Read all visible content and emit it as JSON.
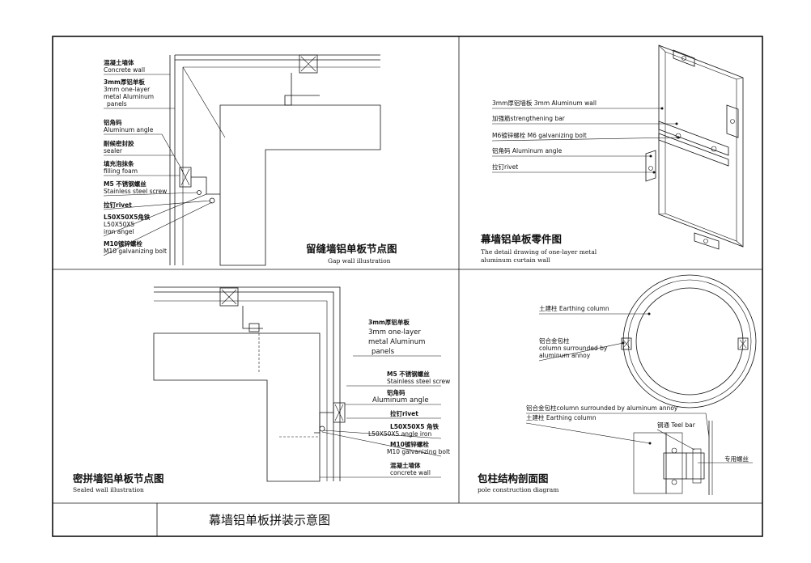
{
  "sheet_title": "幕墙铝单板拼装示意图",
  "panel_gap": {
    "title": "留缝墙铝单板节点图",
    "subtitle": "Gap wall illustration",
    "labels": [
      {
        "cn": "混凝土墙体",
        "en": "Concrete wall"
      },
      {
        "cn": "3mm厚铝单板",
        "en": "3mm one-layer",
        "en2": "metal Aluminum",
        "en3": "panels"
      },
      {
        "cn": "铝角码",
        "en": "Aluminum angle"
      },
      {
        "cn": "耐候密封胶",
        "en": "sealer"
      },
      {
        "cn": "填充泡抹条",
        "en": "filling foam"
      },
      {
        "cn": "M5 不锈钢螺丝",
        "en": "Stainless steel screw"
      },
      {
        "cn": "拉钉rivet",
        "en": ""
      },
      {
        "cn": "L50X50X5角铁",
        "en": "L50X50X5",
        "en2": "iron angel"
      },
      {
        "cn": "M10镀锌螺栓",
        "en": "M10 galvanizing bolt"
      }
    ]
  },
  "panel_parts": {
    "title": "幕墙铝单板零件图",
    "subtitle": "The detail drawing of one-layer metal",
    "subtitle2": "aluminum curtain wall",
    "labels": [
      "3mm厚铝墙板    3mm Aluminum wall",
      "加强筋strengthening bar",
      "M6镀锌螺栓    M6 galvanizing bolt",
      "铝角码 Aluminum angle",
      "拉钉rivet"
    ]
  },
  "panel_sealed": {
    "title": "密拼墙铝单板节点图",
    "subtitle": "Sealed wall illustration",
    "labels": [
      {
        "cn": "3mm厚铝单板",
        "en": "3mm one-layer",
        "en2": "metal Aluminum",
        "en3": "panels"
      },
      {
        "cn": "M5 不锈钢螺丝",
        "en": "Stainless steel screw"
      },
      {
        "cn": "铝角码",
        "en": "Aluminum angle"
      },
      {
        "cn": "拉钉rivet",
        "en": ""
      },
      {
        "cn": "L50X50X5 角铁",
        "en": "L50X50X5 angle iron"
      },
      {
        "cn": "M10镀锌螺栓",
        "en": "M10 galvanizing bolt"
      },
      {
        "cn": "混凝土墙体",
        "en": "concrete wall"
      }
    ]
  },
  "panel_pole": {
    "title": "包柱结构剖面图",
    "subtitle": "pole construction diagram",
    "labels": [
      "土建柱  Earthing column",
      "铝合金包柱",
      "column surrounded by",
      "aluminum annoy",
      "铝合金包柱column surrounded by aluminum annoy",
      "土建柱  Earthing column",
      "钢通  Teel bar",
      "专用螺丝"
    ]
  }
}
